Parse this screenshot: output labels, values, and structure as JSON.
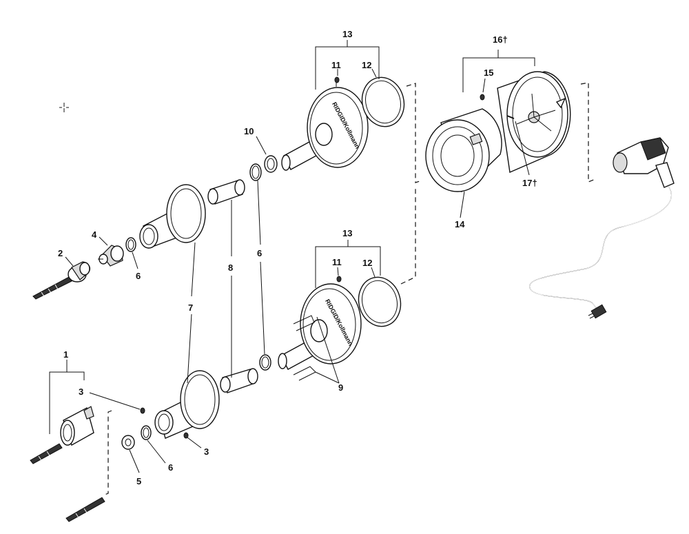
{
  "labels": {
    "l1": "1",
    "l2": "2",
    "l3a": "3",
    "l3b": "3",
    "l4": "4",
    "l5": "5",
    "l6a": "6",
    "l6b": "6",
    "l6c": "6",
    "l7": "7",
    "l8": "8",
    "l9": "9",
    "l10": "10",
    "l11a": "11",
    "l11b": "11",
    "l12a": "12",
    "l12b": "12",
    "l13a": "13",
    "l13b": "13",
    "l14": "14",
    "l15": "15",
    "l16": "16†",
    "l17": "17†"
  },
  "brand_text": "RIDGID/Kollmann",
  "icons": {
    "crosshair": "crosshair-icon"
  }
}
